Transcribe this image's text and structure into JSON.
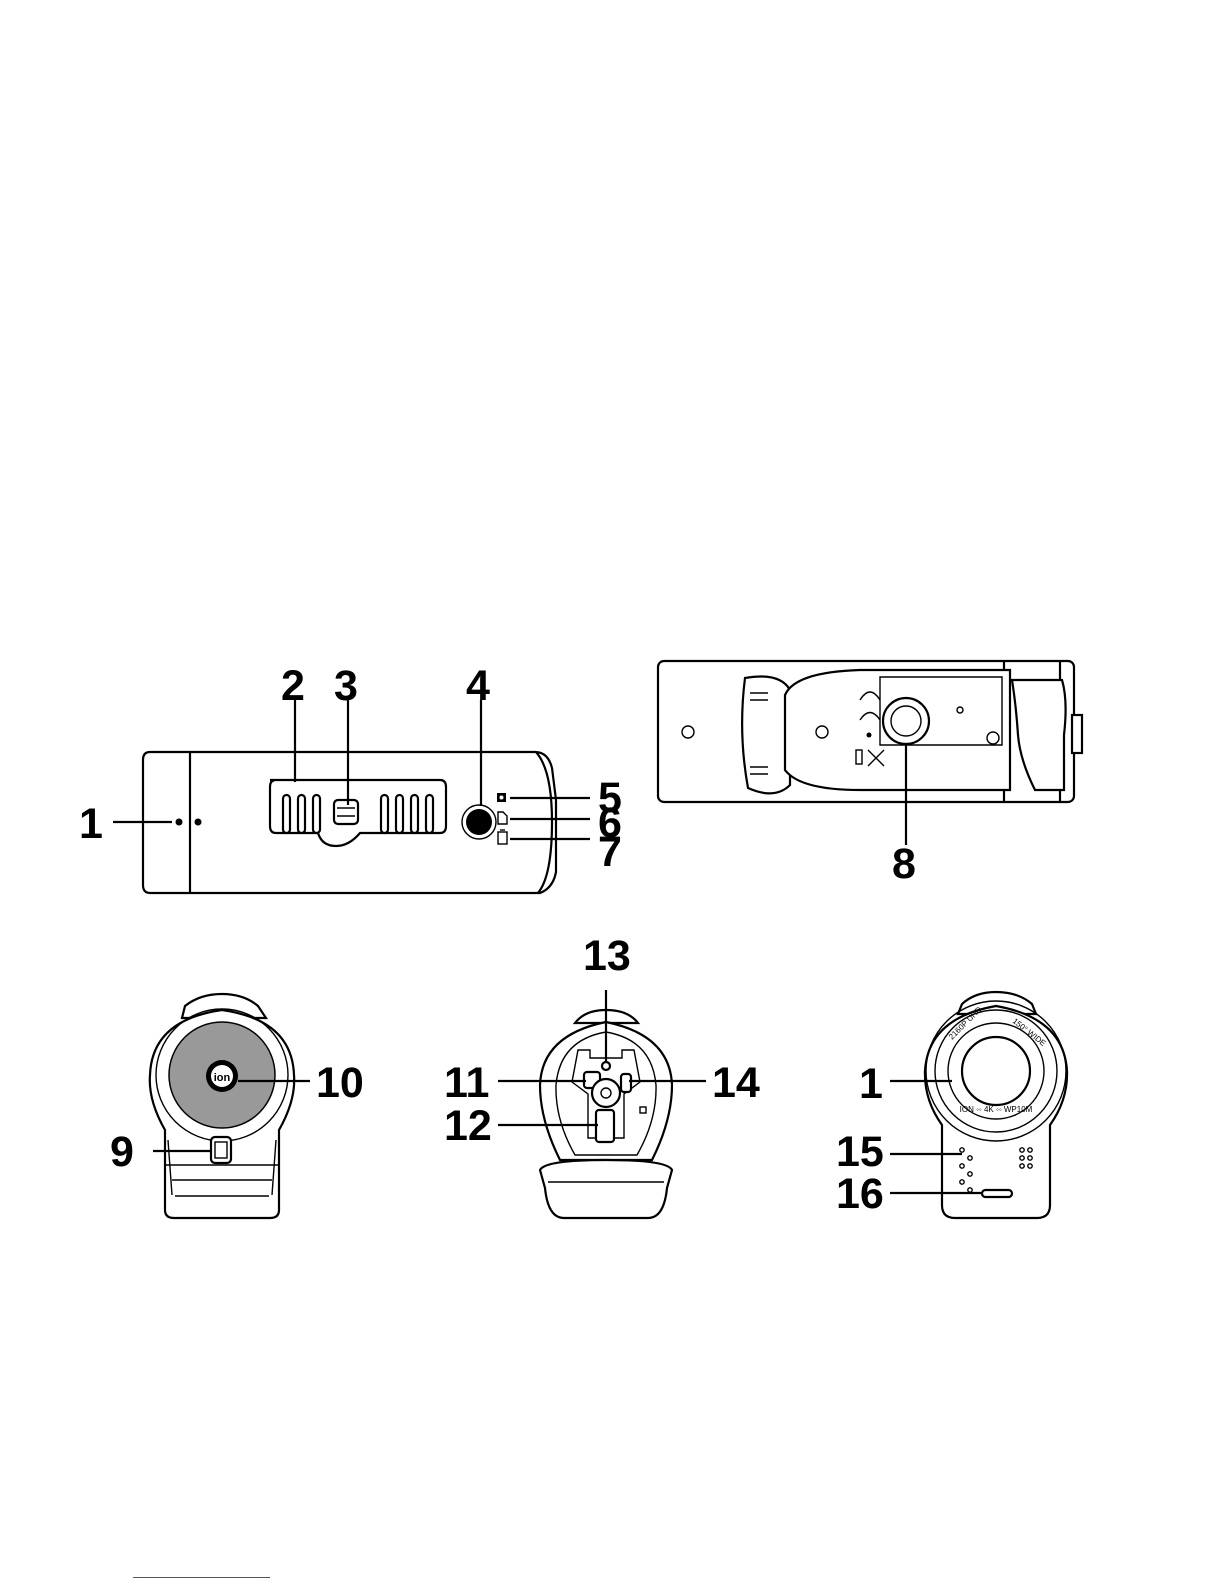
{
  "callouts": {
    "side_left": "1",
    "vent_grille": "2",
    "latch": "3",
    "button_round": "4",
    "indicator_5": "5",
    "indicator_6": "6",
    "indicator_7": "7",
    "tripod_mount": "8",
    "rear_switch": "9",
    "ion_button": "10",
    "port_11": "11",
    "slot_12": "12",
    "screw_13": "13",
    "port_14": "14",
    "lens_front": "1",
    "mic_holes": "15",
    "led_strip": "16"
  },
  "logo": {
    "text": "ion"
  },
  "lens_ring_text": {
    "top_left": "2160P UHD",
    "top_right": "150° WIDE",
    "bottom": "ION ◦◦ 4K ◦◦ WP10M"
  }
}
